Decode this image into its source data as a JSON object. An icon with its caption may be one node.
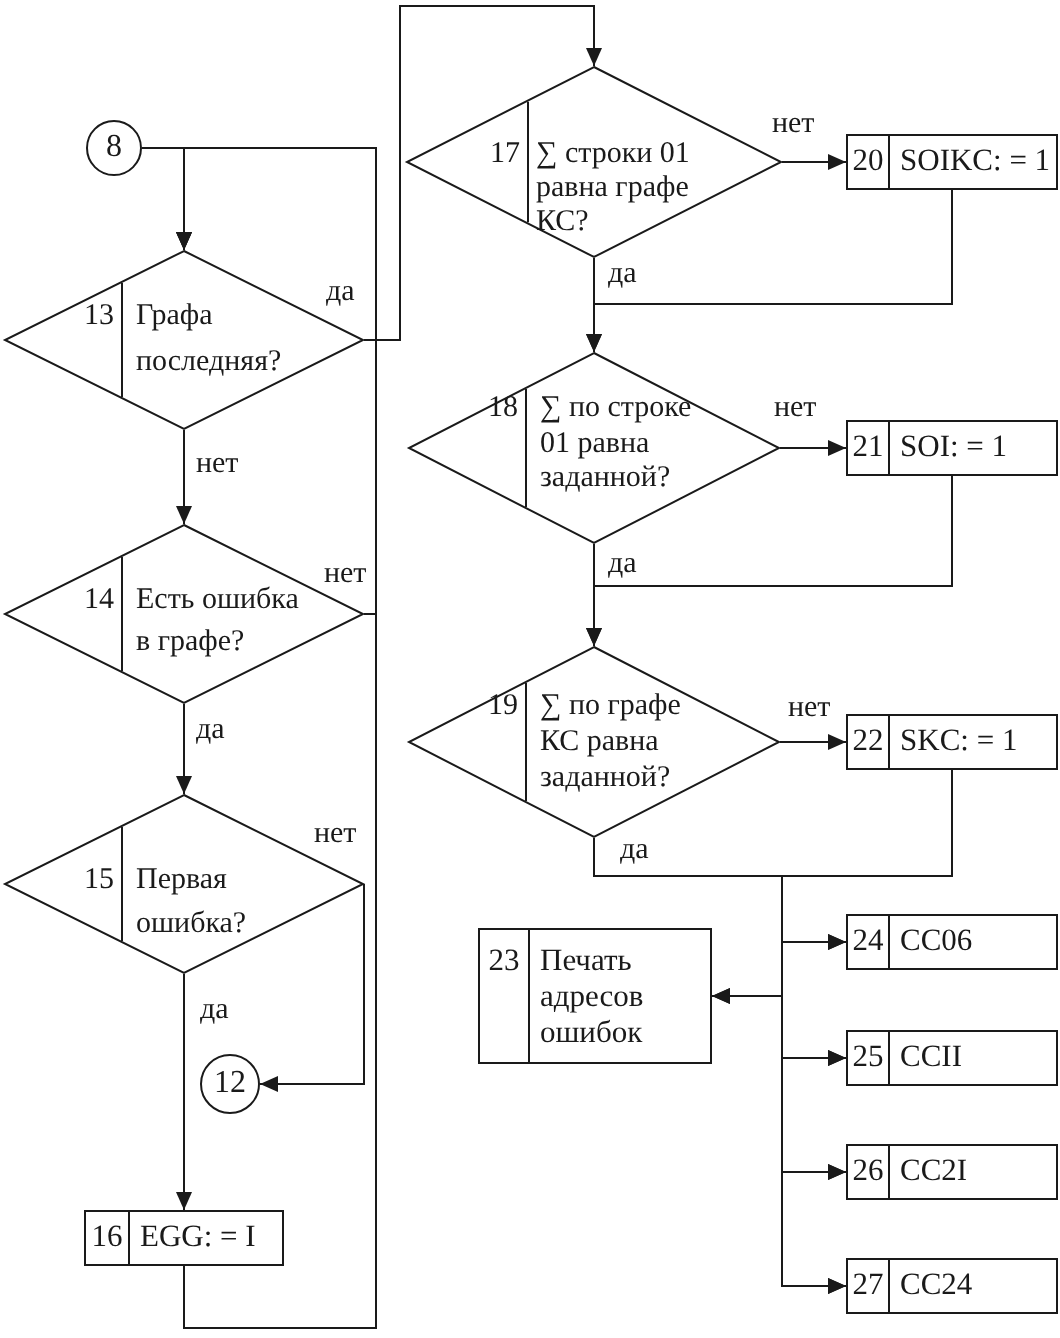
{
  "diagram": {
    "nodes": [
      {
        "text": [
          "8"
        ]
      },
      {
        "text": [
          "13",
          "Графа последняя?"
        ]
      },
      {
        "text": [
          "14",
          "Есть ошибка в графе?"
        ]
      },
      {
        "text": [
          "15",
          "Первая ошибка?"
        ]
      },
      {
        "text": [
          "12"
        ]
      },
      {
        "text": [
          "16",
          "EGG: = I"
        ]
      },
      {
        "text": [
          "17",
          "∑ строки 01 равна графе КС?"
        ]
      },
      {
        "text": [
          "20",
          "SOIKC: = 1"
        ]
      },
      {
        "text": [
          "18",
          "∑ по строке 01 равна заданной?"
        ]
      },
      {
        "text": [
          "21",
          "SOI: = 1"
        ]
      },
      {
        "text": [
          "19",
          "∑ по графе КС равна заданной?"
        ]
      },
      {
        "text": [
          "22",
          "SKC: = 1"
        ]
      },
      {
        "text": [
          "23",
          "Печать адресов ошибок"
        ]
      },
      {
        "text": [
          "24",
          "CC06"
        ]
      },
      {
        "text": [
          "25",
          "CCII"
        ]
      },
      {
        "text": [
          "26",
          "CC2I"
        ]
      },
      {
        "text": [
          "27",
          "CC24"
        ]
      }
    ],
    "edges": [
      {
        "from": 0,
        "to": 1,
        "arrow": "to"
      },
      {
        "from": 1,
        "to": 6,
        "arrow": "to",
        "label": "да"
      },
      {
        "from": 1,
        "to": 2,
        "arrow": "to",
        "label": "нет"
      },
      {
        "from": 2,
        "to": 3,
        "arrow": "to",
        "label": "да"
      },
      {
        "from": 2,
        "to": 1,
        "arrow": "to",
        "label": "нет"
      },
      {
        "from": 3,
        "to": 4,
        "arrow": "to",
        "label": "нет"
      },
      {
        "from": 3,
        "to": 5,
        "arrow": "to",
        "label": "да"
      },
      {
        "from": 5,
        "to": 1,
        "arrow": "to"
      },
      {
        "from": 6,
        "to": 7,
        "arrow": "to",
        "label": "нет"
      },
      {
        "from": 6,
        "to": 8,
        "arrow": "to",
        "label": "да"
      },
      {
        "from": 7,
        "to": 8,
        "arrow": "to"
      },
      {
        "from": 8,
        "to": 9,
        "arrow": "to",
        "label": "нет"
      },
      {
        "from": 8,
        "to": 10,
        "arrow": "to",
        "label": "да"
      },
      {
        "from": 9,
        "to": 10,
        "arrow": "to"
      },
      {
        "from": 10,
        "to": 11,
        "arrow": "to",
        "label": "нет"
      },
      {
        "from": 10,
        "to": 12,
        "arrow": "to",
        "label": "да"
      },
      {
        "from": 10,
        "to": 13,
        "arrow": "to"
      },
      {
        "from": 10,
        "to": 14,
        "arrow": "to"
      },
      {
        "from": 10,
        "to": 15,
        "arrow": "to"
      },
      {
        "from": 10,
        "to": 16,
        "arrow": "to"
      },
      {
        "from": 11,
        "to": 12,
        "arrow": "to"
      },
      {
        "from": 11,
        "to": 13,
        "arrow": "to"
      },
      {
        "from": 11,
        "to": 14,
        "arrow": "to"
      },
      {
        "from": 11,
        "to": 15,
        "arrow": "to"
      },
      {
        "from": 11,
        "to": 16,
        "arrow": "to"
      }
    ]
  }
}
